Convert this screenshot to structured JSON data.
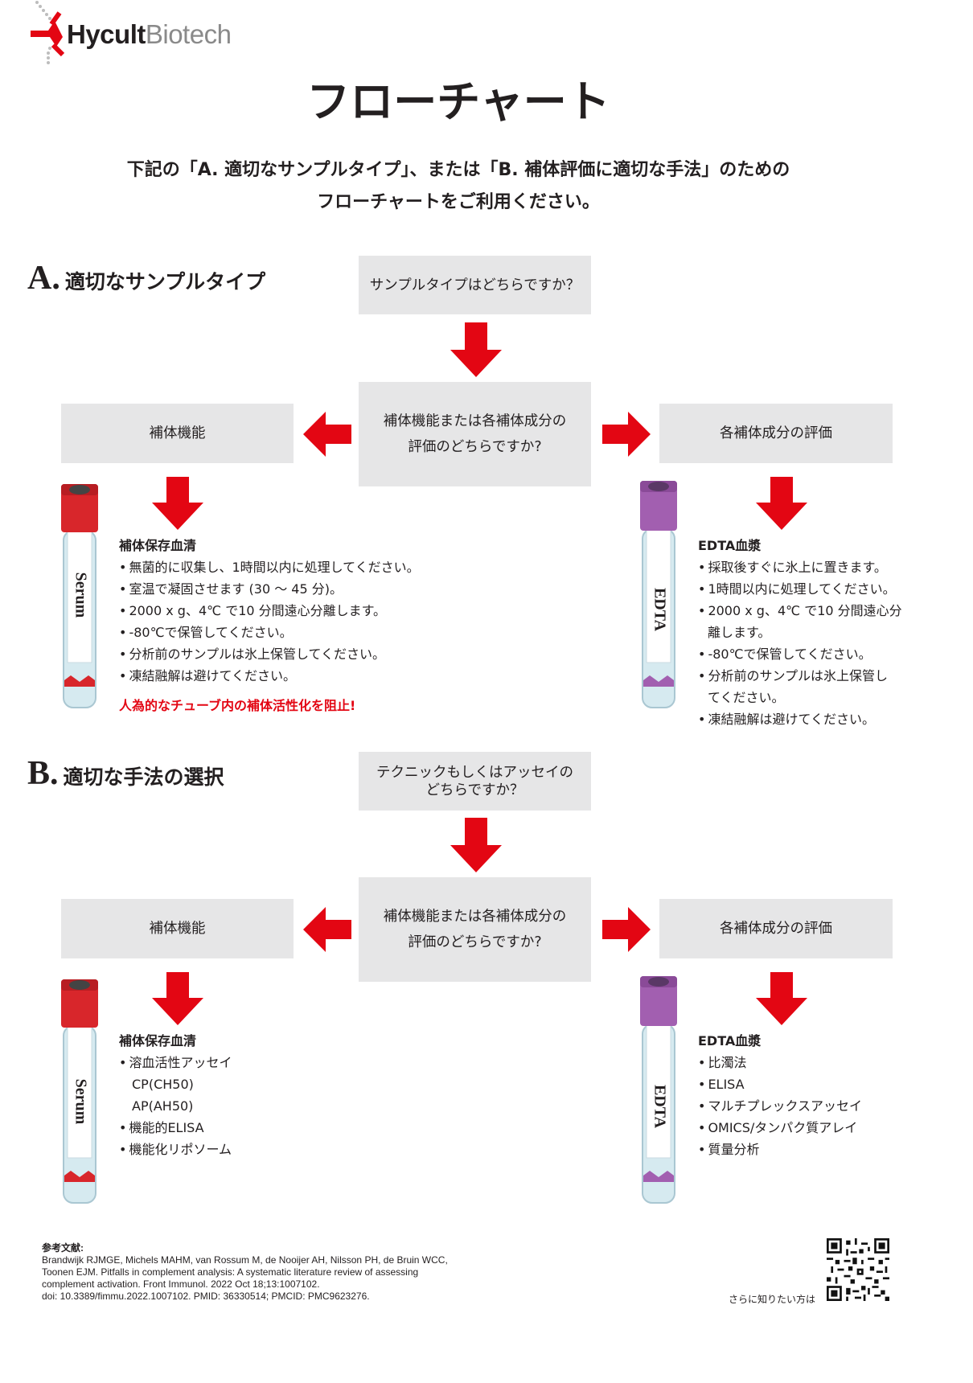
{
  "logo": {
    "text_bold": "Hycult",
    "text_light": "Biotech",
    "brand_color": "#e30613"
  },
  "title": "フローチャート",
  "intro": {
    "line1": "下記の「A. 適切なサンプルタイプ」、または「B. 補体評価に適切な手法」のための",
    "line2": "フローチャートをご利用ください。"
  },
  "section_a": {
    "letter": "A.",
    "name": "適切なサンプルタイプ",
    "q1": "サンプルタイプはどちらですか？",
    "q2_line1": "補体機能または各補体成分の",
    "q2_line2": "評価のどちらですか?",
    "left_box": "補体機能",
    "right_box": "各補体成分の評価",
    "serum_tube_label": "Serum",
    "edta_tube_label": "EDTA",
    "left_list": {
      "head": "補体保存血清",
      "items": [
        "無菌的に収集し、1時間以内に処理してください。",
        "室温で凝固させます (30 ～ 45 分)。",
        "2000 x g、4℃ で10 分間遠心分離します。",
        "-80℃で保管してください。",
        "分析前のサンプルは氷上保管してください。",
        "凍結融解は避けてください。"
      ],
      "warning": "人為的なチューブ内の補体活性化を阻止!"
    },
    "right_list": {
      "head": "EDTA血漿",
      "item1": "採取後すぐに氷上に置きます。",
      "item2": "1時間以内に処理してください。",
      "item3a": "2000 x g、4℃ で10 分間遠心分",
      "item3b": "離します。",
      "item4": "-80℃で保管してください。",
      "item5a": "分析前のサンプルは氷上保管し",
      "item5b": "てください。",
      "item6": "凍結融解は避けてください。"
    }
  },
  "section_b": {
    "letter": "B.",
    "name": "適切な手法の選択",
    "q1_line1": "テクニックもしくはアッセイの",
    "q1_line2": "どちらですか？",
    "q2_line1": "補体機能または各補体成分の",
    "q2_line2": "評価のどちらですか?",
    "left_box": "補体機能",
    "right_box": "各補体成分の評価",
    "serum_tube_label": "Serum",
    "edta_tube_label": "EDTA",
    "left_list": {
      "head": "補体保存血清",
      "item1": "溶血活性アッセイ",
      "sub1": "CP(CH50)",
      "sub2": "AP(AH50)",
      "item2": "機能的ELISA",
      "item3": "機能化リポソーム"
    },
    "right_list": {
      "head": "EDTA血漿",
      "items": [
        "比濁法",
        "ELISA",
        "マルチプレックスアッセイ",
        "OMICS/タンパク質アレイ",
        "質量分析"
      ]
    }
  },
  "references": {
    "heading": "参考文献:",
    "lines": [
      "Brandwijk RJMGE, Michels MAHM, van Rossum M, de Nooijer AH, Nilsson PH, de Bruin WCC,",
      "Toonen EJM. Pitfalls in complement analysis: A systematic literature review of assessing",
      "complement activation. Front Immunol. 2022 Oct 18;13:1007102.",
      "doi: 10.3389/fimmu.2022.1007102. PMID: 36330514; PMCID: PMC9623276."
    ]
  },
  "qr_label": "さらに知りたい方は",
  "colors": {
    "arrow": "#e30613",
    "box": "#e6e6e7",
    "serum_cap": "#d8262b",
    "edta_cap": "#a25fb0"
  }
}
